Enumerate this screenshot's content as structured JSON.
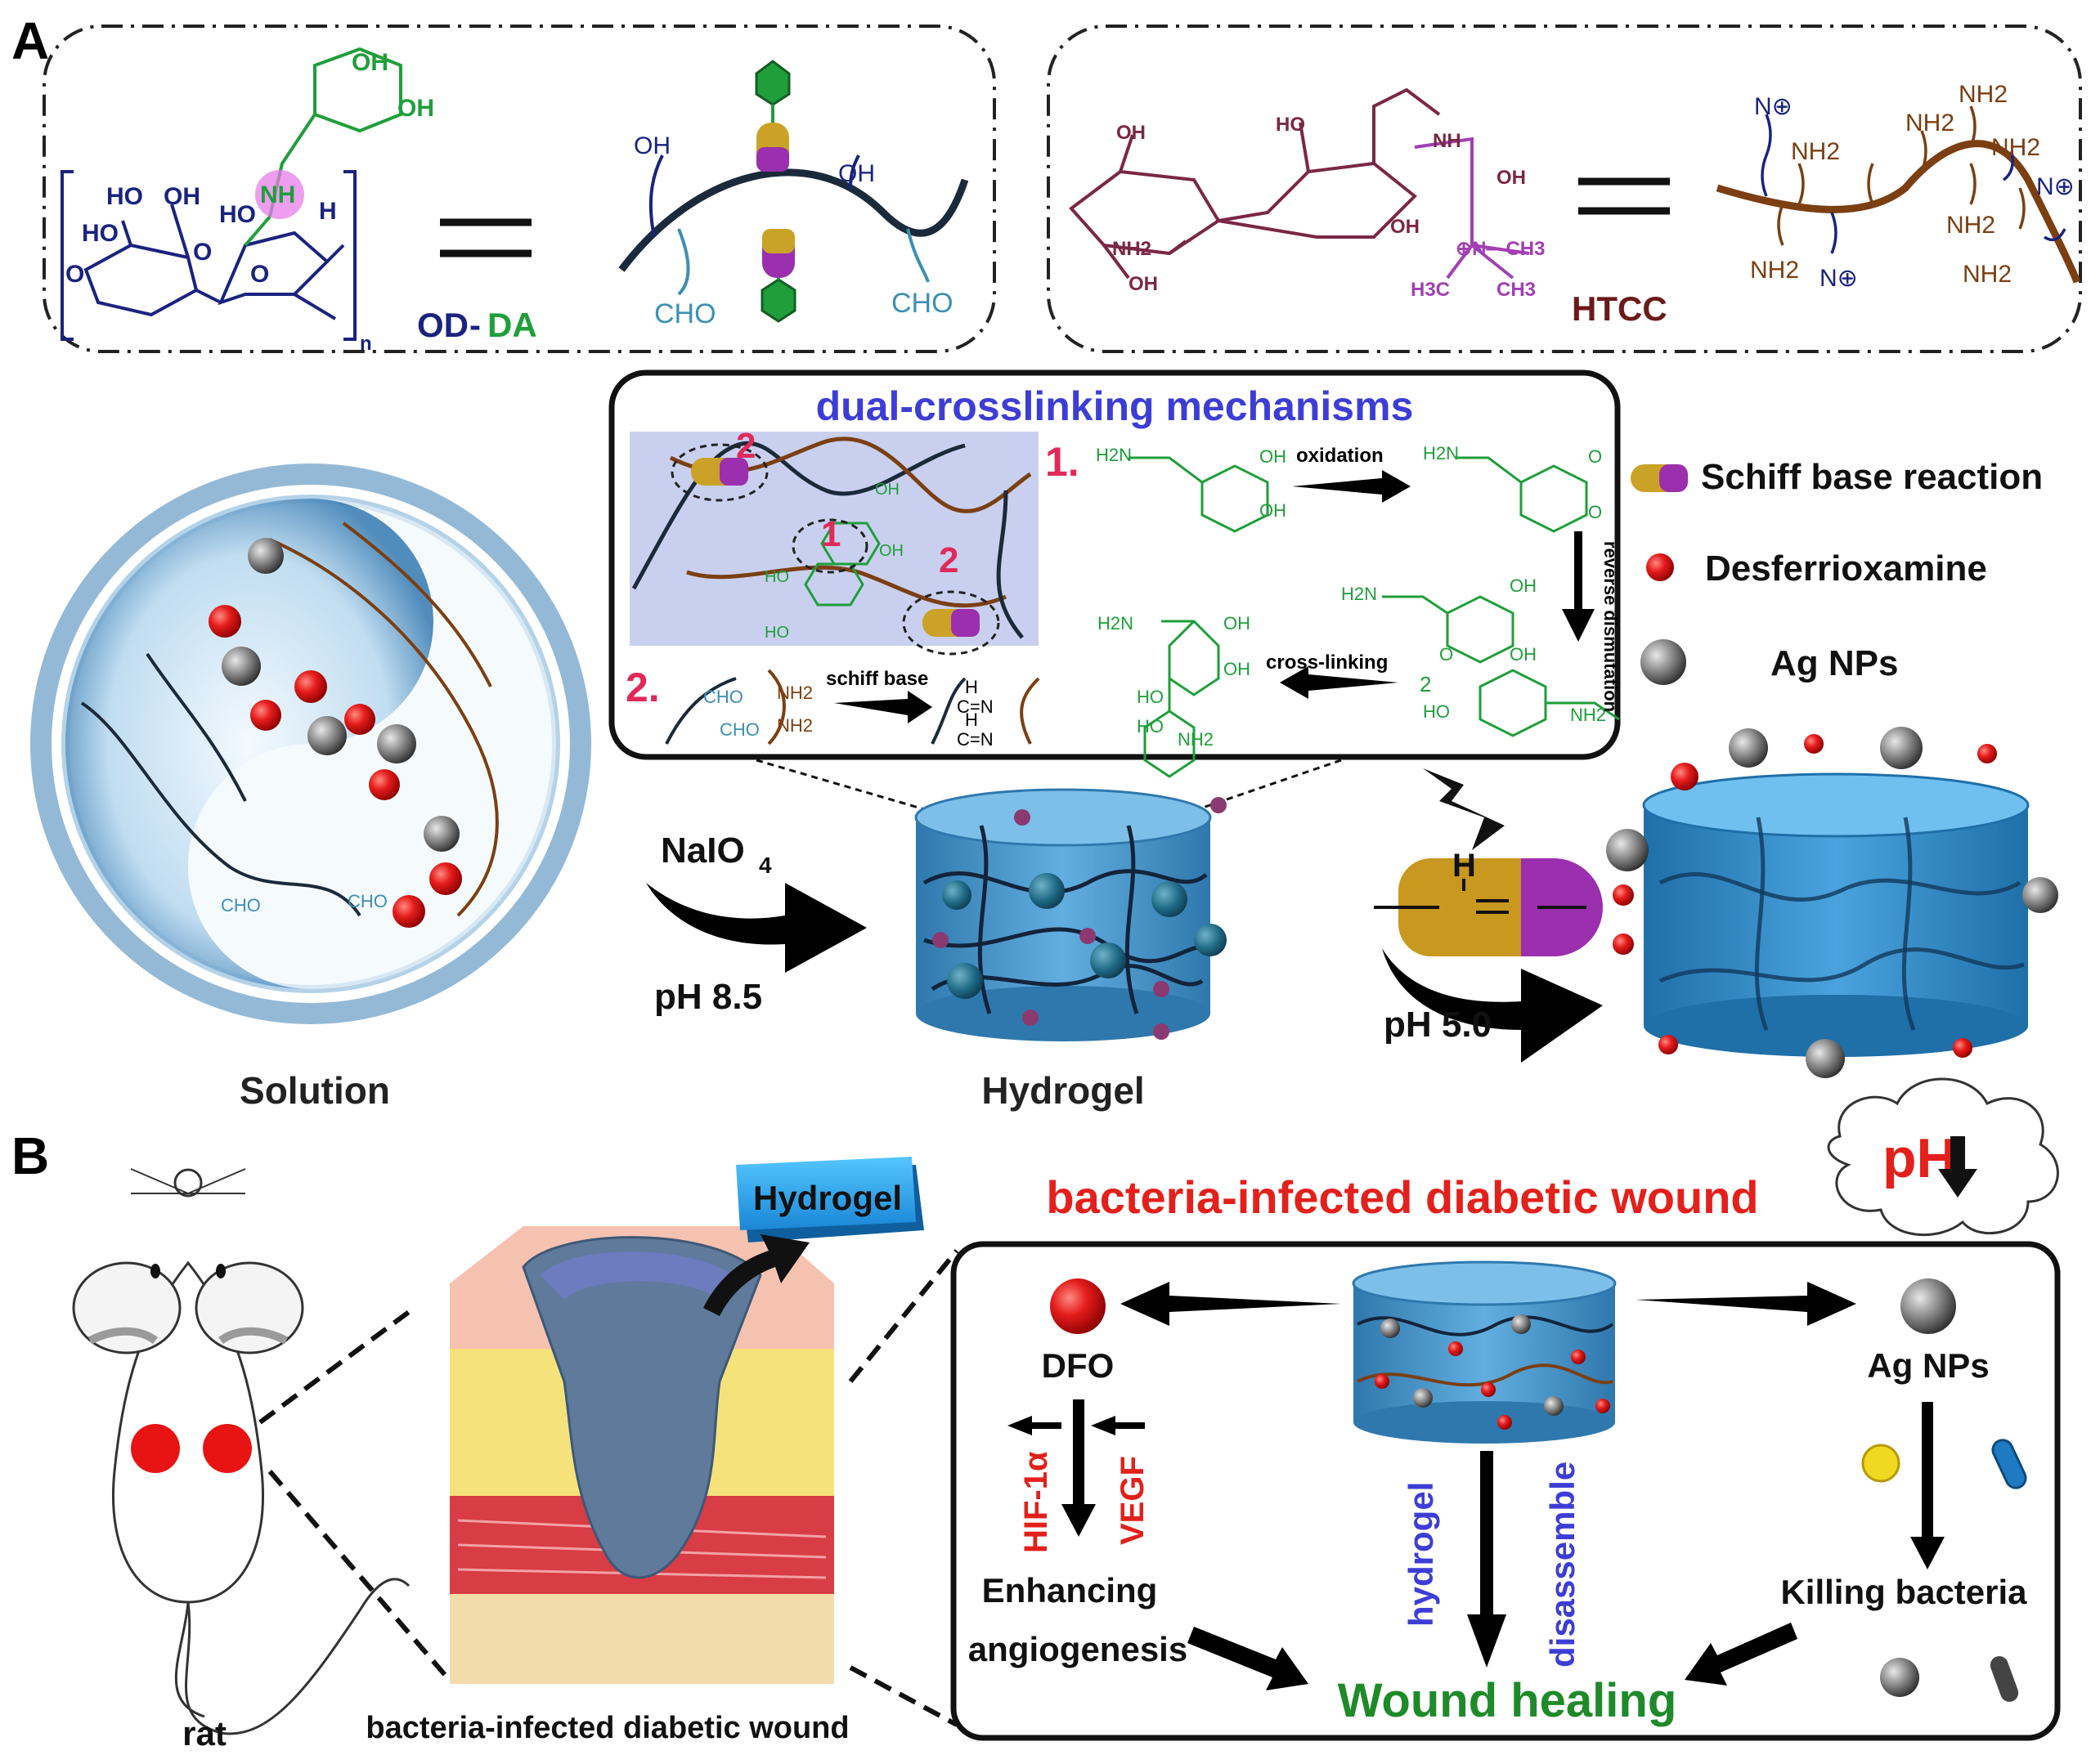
{
  "panelA": {
    "label": "A",
    "od_da": {
      "name_od": "OD",
      "name_dash": "-",
      "name_da": "DA",
      "oh": "OH",
      "ho": "HO",
      "nh": "NH",
      "h": "H",
      "o": "O",
      "n_sub": "n",
      "cho": "CHO"
    },
    "htcc": {
      "name": "HTCC",
      "nh2": "NH2",
      "nplus": "N⊕",
      "nplus_ch3": "⊕N—CH3",
      "ch3": "CH3",
      "h3c": "H3C",
      "nh": "NH",
      "oh": "OH",
      "ho": "HO"
    },
    "mechanism": {
      "title": "dual-crosslinking mechanisms",
      "step1": "1.",
      "step2": "2.",
      "num1": "1",
      "num2": "2",
      "oxidation": "oxidation",
      "reverse_dismutation": "reverse dismutation",
      "cross_linking": "cross-linking",
      "schiff_base": "schiff base",
      "h2n": "H2N",
      "nh2": "NH2",
      "oh": "OH",
      "ho": "HO",
      "o": "O",
      "coeff2": "2",
      "imine": "C=N",
      "h": "H"
    },
    "legend": {
      "schiff": "Schiff base reaction",
      "dfo": "Desferrioxamine",
      "ag": "Ag NPs"
    },
    "conditions": {
      "naio4": "NaIO",
      "naio4_sub": "4",
      "ph85": "pH 8.5",
      "ph50": "pH 5.0"
    },
    "labels": {
      "solution": "Solution",
      "hydrogel": "Hydrogel"
    }
  },
  "panelB": {
    "label": "B",
    "rat": "rat",
    "wound_caption": "bacteria-infected diabetic wound",
    "hydrogel_tag": "Hydrogel",
    "title": "bacteria-infected diabetic wound",
    "ph": "pH",
    "dfo": "DFO",
    "hif": "HIF-1α",
    "vegf": "VEGF",
    "angio1": "Enhancing",
    "angio2": "angiogenesis",
    "ag": "Ag NPs",
    "killing": "Killing bacteria",
    "hydrogel_word": "hydrogel",
    "disassemble": "disassemble",
    "healing": "Wound healing"
  },
  "colors": {
    "navy": "#1a237e",
    "green": "#1f9e3a",
    "brown": "#7b3f12",
    "purple": "#8e24aa",
    "red": "#e3201b",
    "blue": "#3d3dd6",
    "gel": "#3f8fc8"
  }
}
